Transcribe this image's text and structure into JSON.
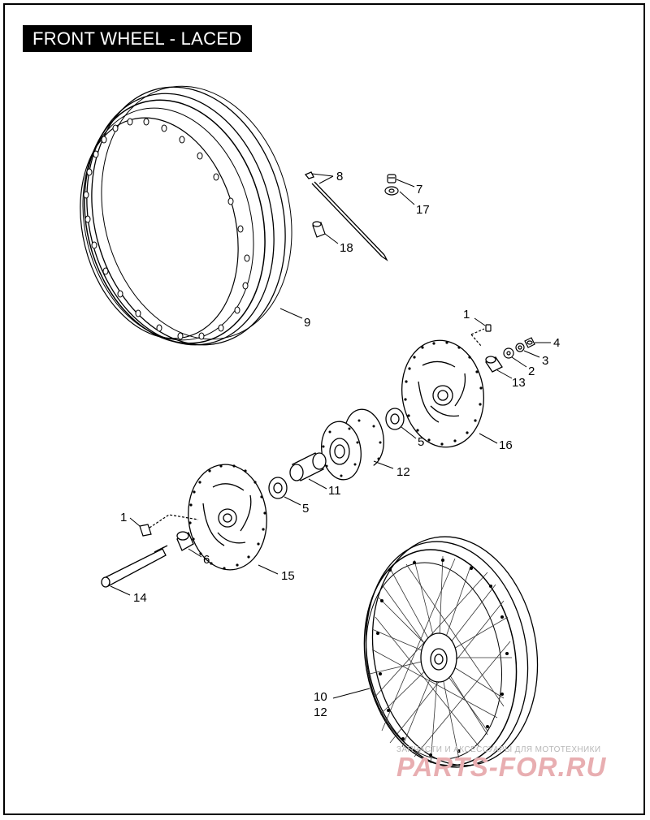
{
  "title": "FRONT WHEEL - LACED",
  "callouts": {
    "c1a": "1",
    "c1b": "1",
    "c2": "2",
    "c3": "3",
    "c4": "4",
    "c5a": "5",
    "c5b": "5",
    "c6": "6",
    "c7": "7",
    "c8": "8",
    "c9": "9",
    "c10": "10",
    "c11": "11",
    "c12a": "12",
    "c12b": "12",
    "c13": "13",
    "c14": "14",
    "c15": "15",
    "c16": "16",
    "c17": "17",
    "c18": "18"
  },
  "watermark": {
    "tagline": "ЗАПЧАСТИ И АКСЕССУАРЫ ДЛЯ МОТОТЕХНИКИ",
    "brand": "PARTS-FOR.RU"
  }
}
